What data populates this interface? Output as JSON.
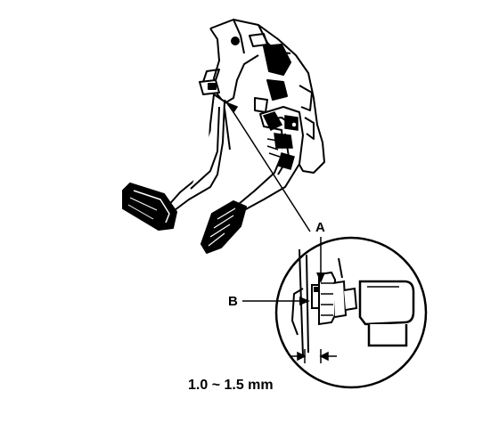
{
  "labels": {
    "a": "A",
    "b": "B",
    "clearance": "1.0 ~ 1.5 mm"
  },
  "colors": {
    "ink": "#000000",
    "paper": "#ffffff"
  }
}
